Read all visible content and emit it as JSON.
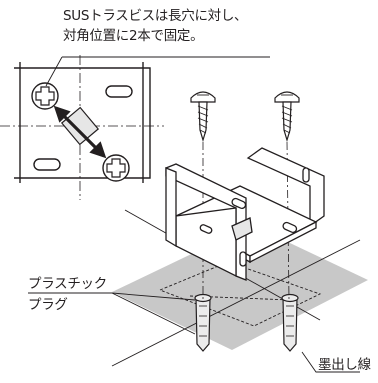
{
  "labels": {
    "note_line1": "SUSトラスビスは長穴に対し、",
    "note_line2": "対角位置に2本で固定。",
    "plug_line1": "プラスチック",
    "plug_line2": "プラグ",
    "ink_line": "墨出し線"
  },
  "colors": {
    "line": "#231f20",
    "floor_shade": "#c8c8c8",
    "highlight": "#e6e6e6"
  }
}
